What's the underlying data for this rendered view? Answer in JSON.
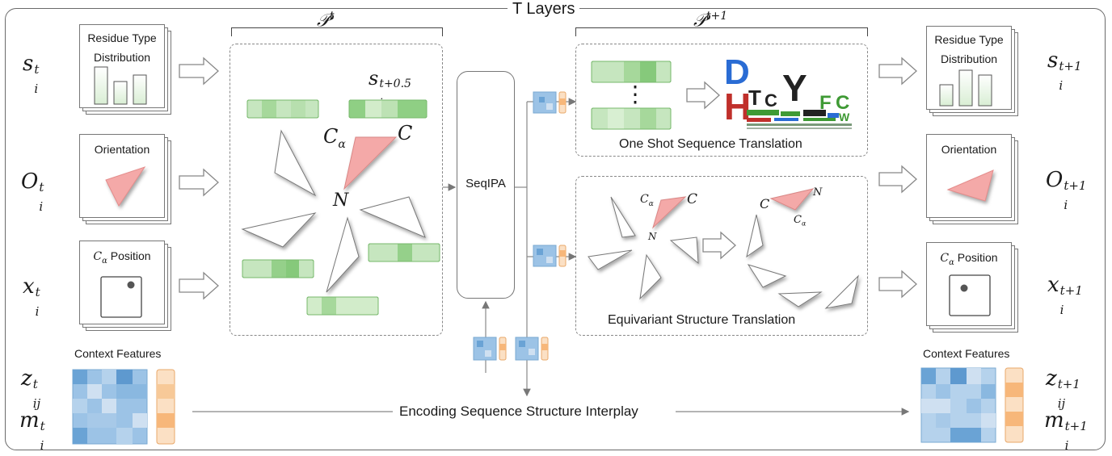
{
  "title": "T Layers",
  "inputs": {
    "s": {
      "base": "s",
      "sub": "i",
      "sup": "t"
    },
    "O": {
      "base": "O",
      "sub": "i",
      "sup": "t"
    },
    "x": {
      "base": "x",
      "sub": "i",
      "sup": "t"
    },
    "z": {
      "base": "z",
      "sub": "ij",
      "sup": "t"
    },
    "m": {
      "base": "m",
      "sub": "i",
      "sup": "t"
    }
  },
  "outputs": {
    "s": {
      "base": "s",
      "sub": "i",
      "sup": "t+1"
    },
    "O": {
      "base": "O",
      "sub": "i",
      "sup": "t+1"
    },
    "x": {
      "base": "x",
      "sub": "i",
      "sup": "t+1"
    },
    "z": {
      "base": "z",
      "sub": "ij",
      "sup": "t+1"
    },
    "m": {
      "base": "m",
      "sub": "i",
      "sup": "t+1"
    }
  },
  "cards": {
    "residue_line1": "Residue Type",
    "residue_line2": "Distribution",
    "orientation": "Orientation",
    "position_symbol": "C",
    "position_symbol_sub": "α",
    "position_label": "Position"
  },
  "context_label": "Context Features",
  "p_t": {
    "base": "𝒫",
    "sup": "t"
  },
  "p_t1": {
    "base": "𝒫",
    "sup": "t+1"
  },
  "s_half": {
    "base": "s",
    "sub": "i",
    "sup": "t+0.5"
  },
  "atoms": {
    "ca": "C",
    "ca_sub": "α",
    "c": "C",
    "n": "N"
  },
  "seqipa_label": "SeqIPA",
  "one_shot_label": "One Shot Sequence Translation",
  "equivariant_label": "Equivariant Structure Translation",
  "interplay_label": "Encoding Sequence Structure Interplay",
  "logo_letters": {
    "d": "D",
    "h": "H",
    "t": "T",
    "c": "C",
    "y": "Y",
    "f": "F",
    "c2": "C",
    "w": "W"
  },
  "vertical_dots": "⋮",
  "colors": {
    "green_light": "#d4ecd0",
    "green_mid": "#a9d9a0",
    "green_dark": "#86c97b",
    "blue_light": "#cfe0f1",
    "blue_mid": "#9cc3e6",
    "blue_dark": "#6aa3d5",
    "orange_light": "#fbe0c4",
    "orange_mid": "#f7b77a",
    "pink": "#f4a9a8",
    "logo_blue": "#2a6cd4",
    "logo_red": "#c0302b",
    "logo_green": "#3f9a35"
  }
}
